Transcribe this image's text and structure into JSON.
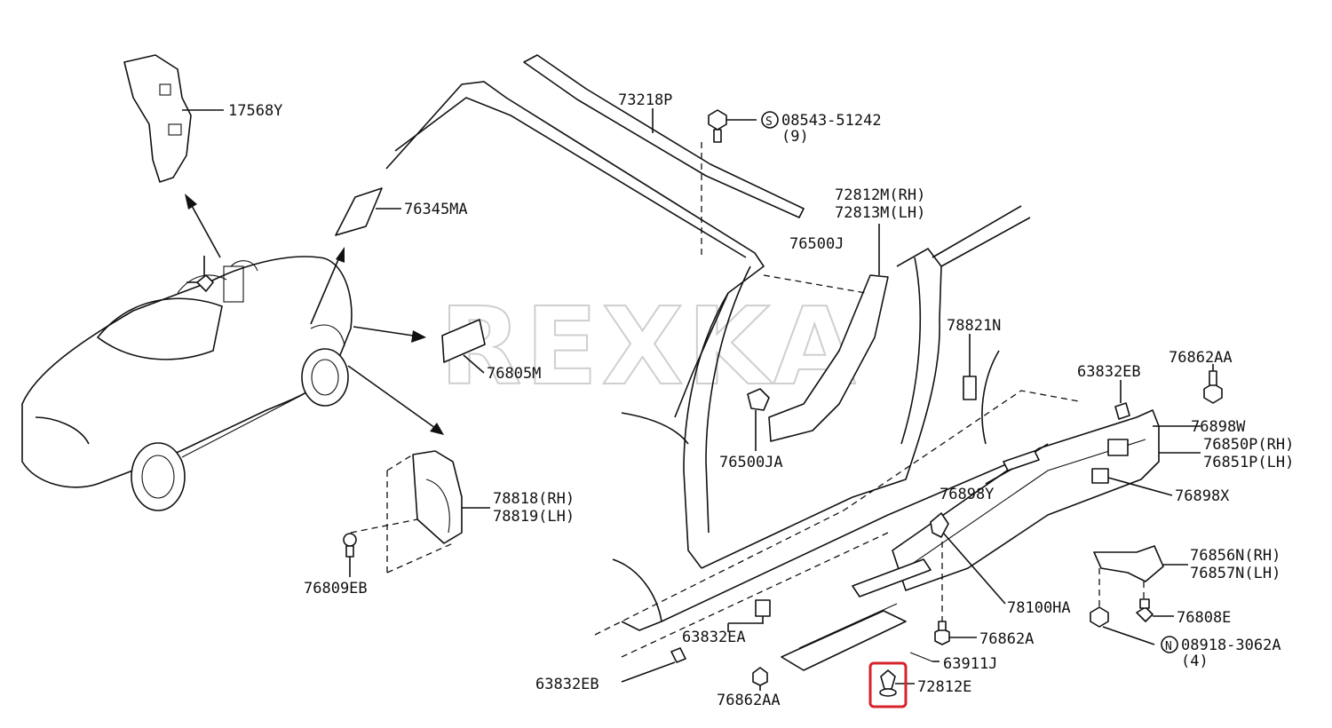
{
  "watermark": "REXKA",
  "highlight_color": "#d8232a",
  "labels": {
    "p17568Y": "17568Y",
    "p76345MA": "76345MA",
    "p76805M": "76805M",
    "p78818": "78818(RH)",
    "p78819": "78819(LH)",
    "p76809EB": "76809EB",
    "p73218P": "73218P",
    "p08543": "08543-51242",
    "p08543q": "(9)",
    "p72812M": "72812M(RH)",
    "p72813M": "72813M(LH)",
    "p76500J": "76500J",
    "p76500JA": "76500JA",
    "p78821N": "78821N",
    "p63832EB_top": "63832EB",
    "p76862AA_top": "76862AA",
    "p76898W": "76898W",
    "p76850P": "76850P(RH)",
    "p76851P": "76851P(LH)",
    "p76898Y": "76898Y",
    "p76898X": "76898X",
    "p76856N": "76856N(RH)",
    "p76857N": "76857N(LH)",
    "p78100HA": "78100HA",
    "p76808E": "76808E",
    "p76862A": "76862A",
    "p08918": "08918-3062A",
    "p08918q": "(4)",
    "p63832EA": "63832EA",
    "p63911J": "63911J",
    "p63832EB_bot": "63832EB",
    "p76862AA_bot": "76862AA",
    "p72812E": "72812E"
  },
  "symbols": {
    "s_prefix": "S",
    "n_prefix": "N"
  }
}
